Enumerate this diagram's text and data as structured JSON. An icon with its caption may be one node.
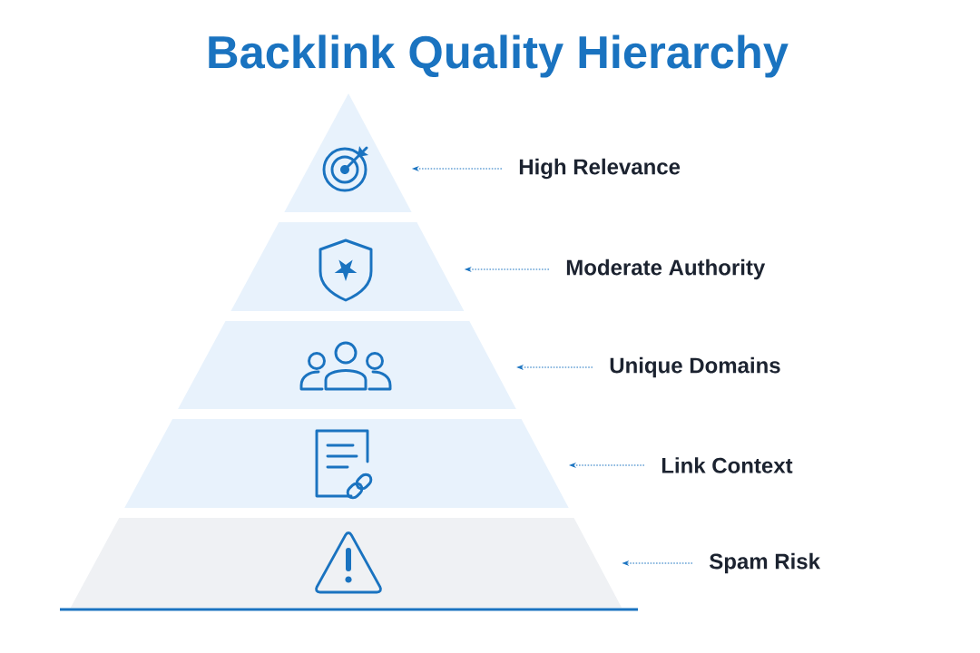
{
  "diagram": {
    "title": "Backlink Quality Hierarchy",
    "nodes": [
      {
        "text": [],
        "shape": "band"
      },
      {
        "text": [],
        "shape": "band"
      },
      {
        "text": [],
        "shape": "band"
      },
      {
        "text": [],
        "shape": "band"
      },
      {
        "text": [],
        "shape": "band"
      },
      {
        "text": [
          "High Relevance"
        ]
      },
      {
        "text": [
          "Moderate Authority"
        ]
      },
      {
        "text": [
          "Unique Domains"
        ]
      },
      {
        "text": [
          "Link Context"
        ]
      },
      {
        "text": [
          "Spam Risk"
        ]
      }
    ],
    "edges": [
      {
        "from": 5,
        "to": 0,
        "arrow": "to"
      },
      {
        "from": 6,
        "to": 1,
        "arrow": "to"
      },
      {
        "from": 7,
        "to": 2,
        "arrow": "to"
      },
      {
        "from": 8,
        "to": 3,
        "arrow": "to"
      },
      {
        "from": 9,
        "to": 4,
        "arrow": "to"
      }
    ]
  }
}
